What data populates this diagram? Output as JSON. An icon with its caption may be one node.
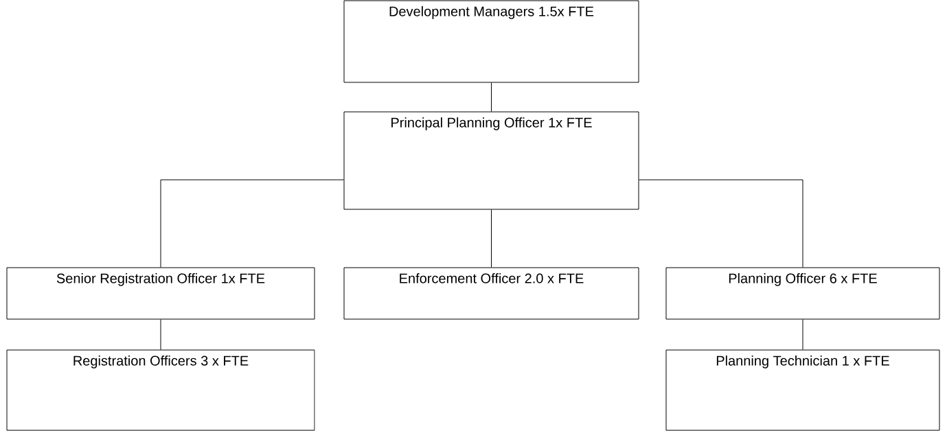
{
  "diagram": {
    "nodes": [
      {
        "text": [
          "Development Managers 1.5x FTE"
        ]
      },
      {
        "text": [
          "Principal Planning Officer 1x FTE"
        ]
      },
      {
        "text": [
          "Senior Registration Officer 1x FTE"
        ]
      },
      {
        "text": [
          "Enforcement Officer 2.0 x FTE"
        ]
      },
      {
        "text": [
          "Planning Officer 6 x FTE"
        ]
      },
      {
        "text": [
          "Registration Officers 3 x FTE"
        ]
      },
      {
        "text": [
          "Planning Technician 1 x FTE"
        ]
      }
    ],
    "edges": [
      {
        "from": 0,
        "to": 1,
        "arrow": "none"
      },
      {
        "from": 1,
        "to": 2,
        "arrow": "none"
      },
      {
        "from": 1,
        "to": 3,
        "arrow": "none"
      },
      {
        "from": 1,
        "to": 4,
        "arrow": "none"
      },
      {
        "from": 2,
        "to": 5,
        "arrow": "none"
      },
      {
        "from": 4,
        "to": 6,
        "arrow": "none"
      }
    ]
  }
}
